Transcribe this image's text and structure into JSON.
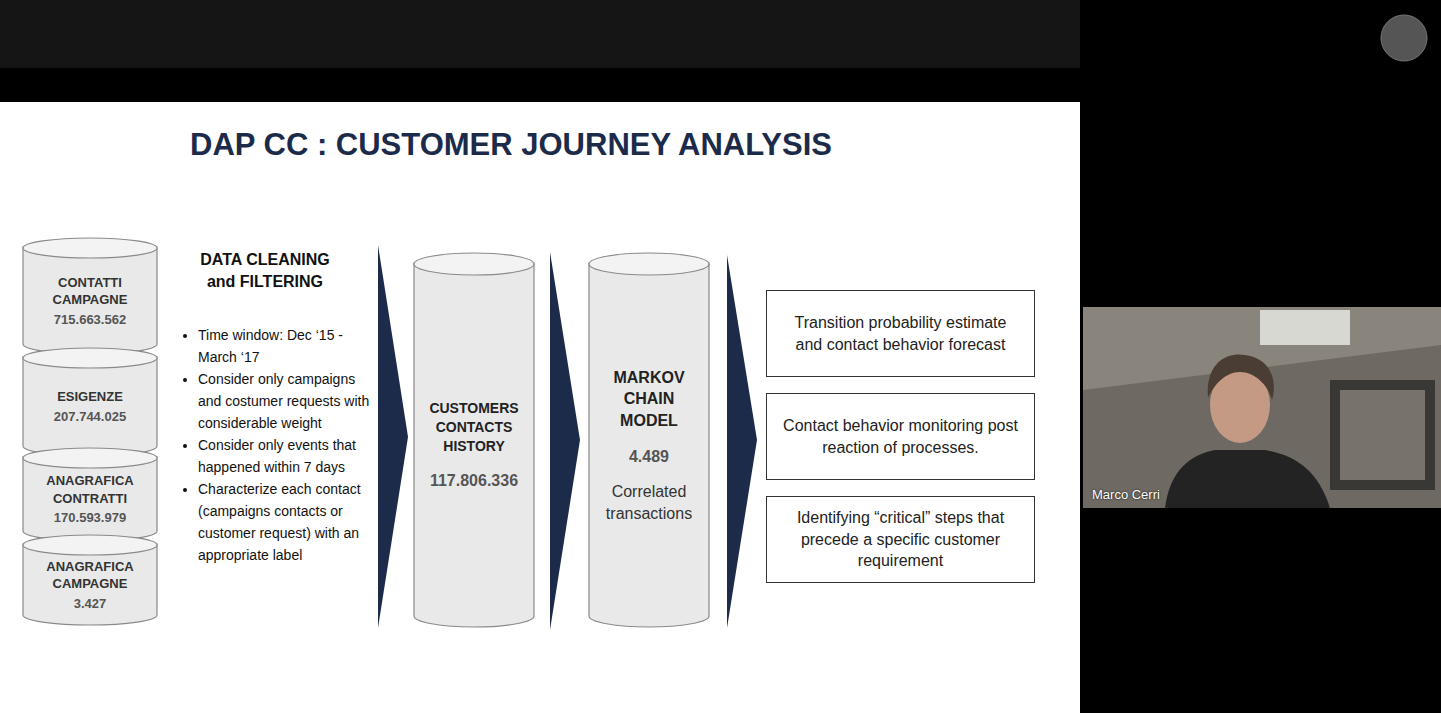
{
  "diagram": {
    "title": "DAP CC : CUSTOMER JOURNEY ANALYSIS",
    "nodes": [
      {
        "text": [
          "CONTATTI CAMPAGNE",
          "715.663.562"
        ]
      },
      {
        "text": [
          "ESIGENZE",
          "207.744.025"
        ]
      },
      {
        "text": [
          "ANAGRAFICA CONTRATTI",
          "170.593.979"
        ]
      },
      {
        "text": [
          "ANAGRAFICA CAMPAGNE",
          "3.427"
        ]
      },
      {
        "text": [
          "CUSTOMERS CONTACTS HISTORY",
          "117.806.336"
        ]
      },
      {
        "text": [
          "MARKOV CHAIN MODEL",
          "4.489",
          "Correlated transactions"
        ]
      },
      {
        "text": [
          "Transition probability estimate and contact behavior forecast"
        ]
      },
      {
        "text": [
          "Contact behavior monitoring post reaction of processes."
        ]
      },
      {
        "text": [
          "Identifying “critical” steps that precede a specific customer requirement"
        ]
      }
    ],
    "labels": [
      "DATA CLEANING and FILTERING",
      "Time window: Dec ‘15 - March ‘17",
      "Consider only campaigns and costumer requests with considerable weight",
      "Consider only events that happened within 7 days",
      "Characterize each contact (campaigns contacts or customer request) with an appropriate label",
      "Marco Cerri"
    ]
  }
}
